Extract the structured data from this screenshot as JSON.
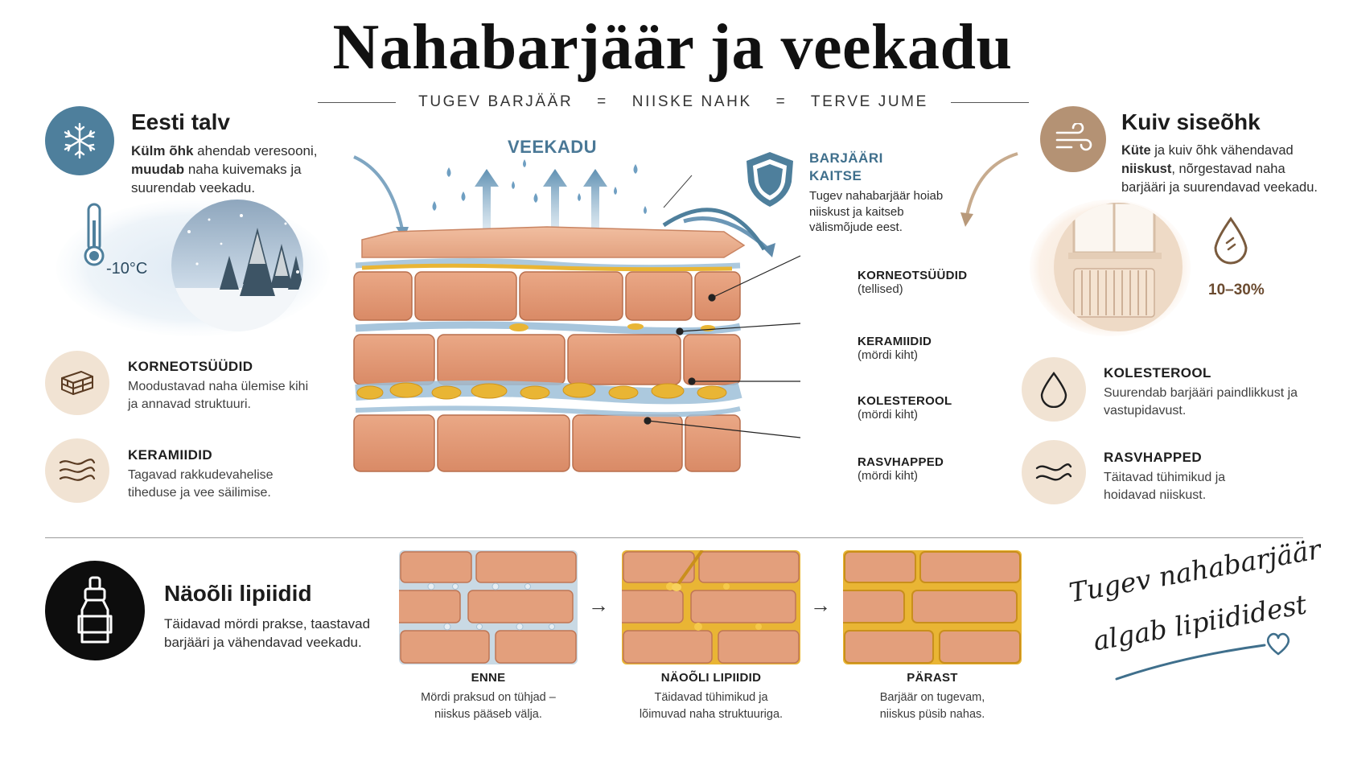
{
  "header": {
    "title": "Nahabarjäär ja veekadu",
    "tagline": [
      "TUGEV BARJÄÄR",
      "NIISKE NAHK",
      "TERVE JUME"
    ],
    "equals": "="
  },
  "winter": {
    "icon": "snowflake-icon",
    "title": "Eesti talv",
    "text_bold_1": "Külm õhk",
    "text_1": " ahendab veresooni,",
    "text_bold_2": "muudab",
    "text_2": " naha kuivemaks ja suurendab veekadu.",
    "thermometer_icon": "thermometer-icon",
    "temperature": "-10°C"
  },
  "indoor": {
    "icon": "wind-icon",
    "title": "Kuiv siseõhk",
    "text_bold_1": "Küte",
    "text_1": " ja kuiv õhk vähendavad",
    "text_bold_2": "niiskust",
    "text_2": ", nõrgestavad naha barjääri ja suurendavad veekadu.",
    "humidity_icon": "water-drop-icon",
    "humidity": "10–30%"
  },
  "left_items": [
    {
      "icon": "brick-icon",
      "title": "KORNEOTSÜÜDID",
      "text": "Moodustavad naha ülemise kihi ja annavad struktuuri."
    },
    {
      "icon": "waves-icon",
      "title": "KERAMIIDID",
      "text": "Tagavad rakkudevahelise tiheduse ja vee säilimise."
    }
  ],
  "right_items": [
    {
      "icon": "drop-icon",
      "title": "KOLESTEROOL",
      "text": "Suurendab barjääri paindlikkust ja vastupidavust."
    },
    {
      "icon": "wave-lines-icon",
      "title": "RASVHAPPED",
      "text": "Täitavad tühimikud ja hoidavad niiskust."
    }
  ],
  "diagram": {
    "water_loss_label": "VEEKADU",
    "shield_icon": "shield-icon",
    "barrier_title_1": "BARJÄÄRI",
    "barrier_title_2": "KAITSE",
    "barrier_text": "Tugev nahabarjäär hoiab niiskust ja kaitseb välismõjude eest.",
    "labels": [
      {
        "title": "KORNEOTSÜÜDID",
        "sub": "(tellised)"
      },
      {
        "title": "KERAMIIDID",
        "sub": "(mördi kiht)"
      },
      {
        "title": "KOLESTEROOL",
        "sub": "(mördi kiht)"
      },
      {
        "title": "RASVHAPPED",
        "sub": "(mördi kiht)"
      }
    ]
  },
  "bottom": {
    "icon": "dropper-bottle-icon",
    "title": "Näoõli lipiidid",
    "text": "Täidavad mördi prakse, taastavad barjääri ja vähendavad veekadu.",
    "arrow": "→",
    "stages": [
      {
        "title": "ENNE",
        "text_1": "Mördi praksud on tühjad –",
        "text_2": "niiskus pääseb välja."
      },
      {
        "title": "NÄOÕLI LIPIIDID",
        "text_1": "Täidavad tühimikud ja",
        "text_2": "lõimuvad naha struktuuriga."
      },
      {
        "title": "PÄRAST",
        "text_1": "Barjäär on tugevam,",
        "text_2": "niiskus püsib nahas."
      }
    ],
    "slogan_1": "Tugev nahabarjäär",
    "slogan_2": "algab lipiididest",
    "heart_icon": "heart-icon"
  },
  "colors": {
    "brick": "#e29c78",
    "brick_dark": "#c77956",
    "ceramide_blue": "#9dbfd8",
    "lipid_gold": "#e9b534",
    "accent_blue": "#4e7f9c",
    "accent_tan": "#b49274"
  }
}
